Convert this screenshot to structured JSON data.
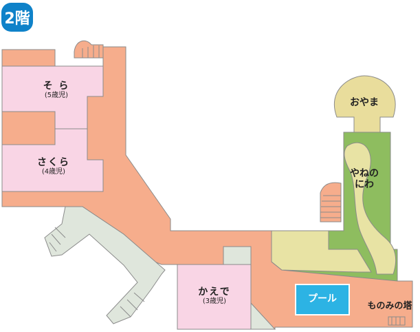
{
  "floor": "2階",
  "rooms": {
    "sora": {
      "name": "そ ら",
      "age": "(5歳児)"
    },
    "sakura": {
      "name": "さくら",
      "age": "(4歳児)"
    },
    "kaede": {
      "name": "かえで",
      "age": "(3歳児)"
    }
  },
  "outdoor": {
    "oyama": "おやま",
    "yane_no_niwa_1": "やねの",
    "yane_no_niwa_2": "にわ",
    "pool": "プール",
    "tower": "ものみの塔"
  },
  "colors": {
    "hall": "#f6ad8c",
    "room": "#f9d5e5",
    "stairs": "#dfe6dc",
    "garden_green": "#8ebd5f",
    "path_beige": "#e8e3a4",
    "oyama": "#e9dd9c",
    "pool": "#2cb3e4",
    "badge": "#0f82c9",
    "outline": "#8a8a8a"
  }
}
